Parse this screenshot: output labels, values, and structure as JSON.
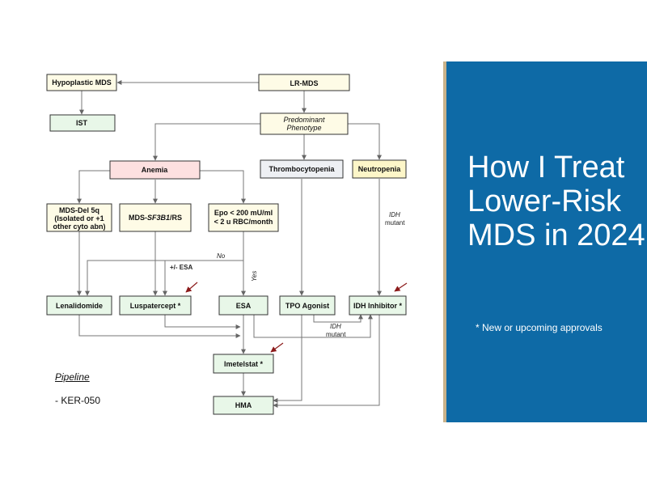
{
  "nodes": {
    "lr_mds": "LR-MDS",
    "hypoplastic": "Hypoplastic MDS",
    "ist": "IST",
    "predominant_line1": "Predominant",
    "predominant_line2": "Phenotype",
    "anemia": "Anemia",
    "thrombocytopenia": "Thrombocytopenia",
    "neutropenia": "Neutropenia",
    "del5q_line1": "MDS-Del 5q",
    "del5q_line2": "(Isolated or +1",
    "del5q_line3": "other cyto abn)",
    "sf3b1_prefix": "MDS-",
    "sf3b1_gene": "SF3B1",
    "sf3b1_suffix": "/RS",
    "epo_line1": "Epo < 200 mU/ml",
    "epo_line2": "< 2 u RBC/month",
    "lenalidomide": "Lenalidomide",
    "luspatercept": "Luspatercept *",
    "esa": "ESA",
    "tpo": "TPO Agonist",
    "idh_inhibitor": "IDH Inhibitor *",
    "imetelstat": "Imetelstat *",
    "hma": "HMA"
  },
  "edge_labels": {
    "no": "No",
    "yes": "Yes",
    "plus_minus_esa": "+/- ESA",
    "idh": "IDH",
    "mutant": "mutant"
  },
  "colors": {
    "panel_blue": "#0e6aa6",
    "anemia_fill": "#fde0e0",
    "thrombo_fill": "#eef0f4",
    "neutro_fill": "#fdf6c8",
    "start_fill": "#fefbe6",
    "treatment_fill": "#e8f7e8",
    "arrow_red": "#8b1a1a"
  },
  "pipeline": {
    "title": "Pipeline",
    "item": "- KER-050"
  },
  "title_panel": {
    "title": "How I Treat Lower-Risk MDS in 2024",
    "note": "* New or upcoming approvals"
  }
}
